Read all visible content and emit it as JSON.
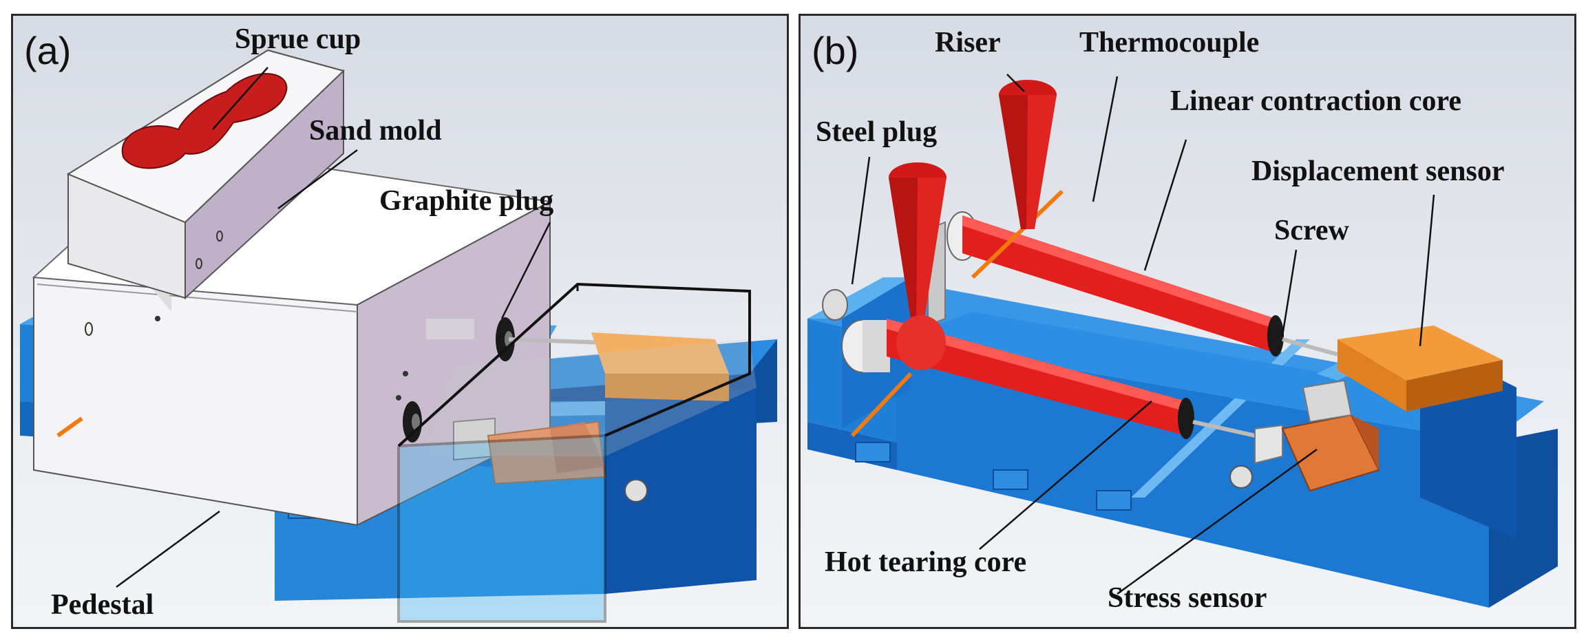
{
  "panel_a": {
    "letter": "(a)",
    "labels": {
      "sprue_cup": "Sprue cup",
      "sand_mold": "Sand mold",
      "graphite_plug": "Graphite plug",
      "pedestal": "Pedestal"
    }
  },
  "panel_b": {
    "letter": "(b)",
    "labels": {
      "riser": "Riser",
      "thermocouple": "Thermocouple",
      "linear_contraction_core": "Linear contraction core",
      "steel_plug": "Steel plug",
      "displacement_sensor": "Displacement sensor",
      "screw": "Screw",
      "hot_tearing_core": "Hot tearing core",
      "stress_sensor": "Stress sensor"
    }
  },
  "colors": {
    "pedestal_blue": "#1e7ed6",
    "pedestal_dark": "#0d4fa0",
    "casting_red": "#e0201e",
    "sensor_orange": "#f08a1c",
    "leader_line": "#111111",
    "thermocouple": "#f07a10"
  }
}
